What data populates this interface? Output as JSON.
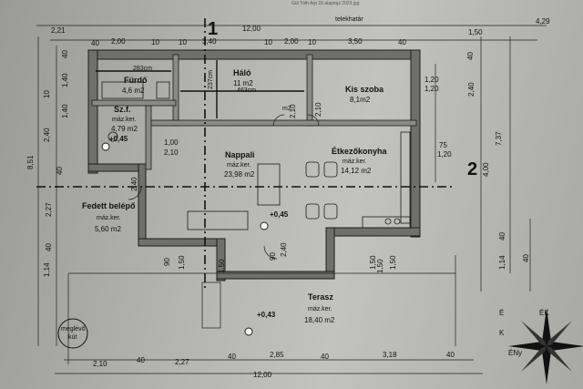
{
  "header": {
    "tiny_note": "Gül Tóth Arp 16 alaprajz 2023.jpg",
    "boundary_label": "telekhatár"
  },
  "rooms": {
    "furdo": {
      "name": "Fürdő",
      "area": "4,6 m2"
    },
    "halo": {
      "name": "Háló",
      "area": "11 m2"
    },
    "kis_szoba": {
      "name": "Kis szoba",
      "area": "8,1m2"
    },
    "szf": {
      "name": "Sz.f.",
      "floor": "máz.ker.",
      "area": "4,79 m2",
      "level": "+0,45"
    },
    "nappali": {
      "name": "Nappali",
      "floor": "máz.ker.",
      "area": "23,98 m2",
      "level": "+0,45"
    },
    "etkezo": {
      "name": "Étkezőkonyha",
      "floor": "máz.ker.",
      "area": "14,12 m2"
    },
    "fedett": {
      "name": "Fedett belépő",
      "floor": "máz.ker.",
      "area": "5,60 m2"
    },
    "terasz": {
      "name": "Terasz",
      "floor": "máz.ker.",
      "area": "18,40 m2",
      "level": "+0,43"
    },
    "well": {
      "line1": "meglévő",
      "line2": "kút"
    }
  },
  "inner_dims": {
    "furdo_w": "283cm",
    "halo_w": "463cm",
    "halo_h": "237cm",
    "m2_note": "m2"
  },
  "section_marks": {
    "top": "1",
    "right": "2"
  },
  "compass": {
    "north": "É",
    "northeast": "ÉK",
    "east": "K",
    "northwest": "ÉNy"
  },
  "top_dims": {
    "outer_left": "2,21",
    "total": "12,00",
    "right": "4,29",
    "row2": [
      "40",
      "2,00",
      "10",
      "10",
      "3,40",
      "10",
      "2,00",
      "10",
      "3,50",
      "40",
      "1,50"
    ]
  },
  "bottom_dims": {
    "row1": [
      "2,10",
      "40",
      "2,27",
      "40",
      "2,85",
      "40",
      "3,18",
      "40"
    ],
    "total": "12,00"
  },
  "left_dims": {
    "outer": "8,51",
    "row": [
      "40",
      "1,40",
      "10",
      "1,40",
      "2,40",
      "40",
      "2,27",
      "40",
      "1,14"
    ]
  },
  "right_dims": {
    "row": [
      "40",
      "2,40",
      "7,37",
      "4,00",
      "40",
      "1,14",
      "40"
    ],
    "side": [
      "1,20",
      "1,20",
      "75",
      "1,20"
    ]
  },
  "misc_dims": [
    "1,00",
    "2,10",
    "1,50",
    "1,50",
    "2,40",
    "90",
    "1,50",
    "2,10",
    "1,50",
    "2,40",
    "2,10",
    "90",
    "1,50"
  ]
}
